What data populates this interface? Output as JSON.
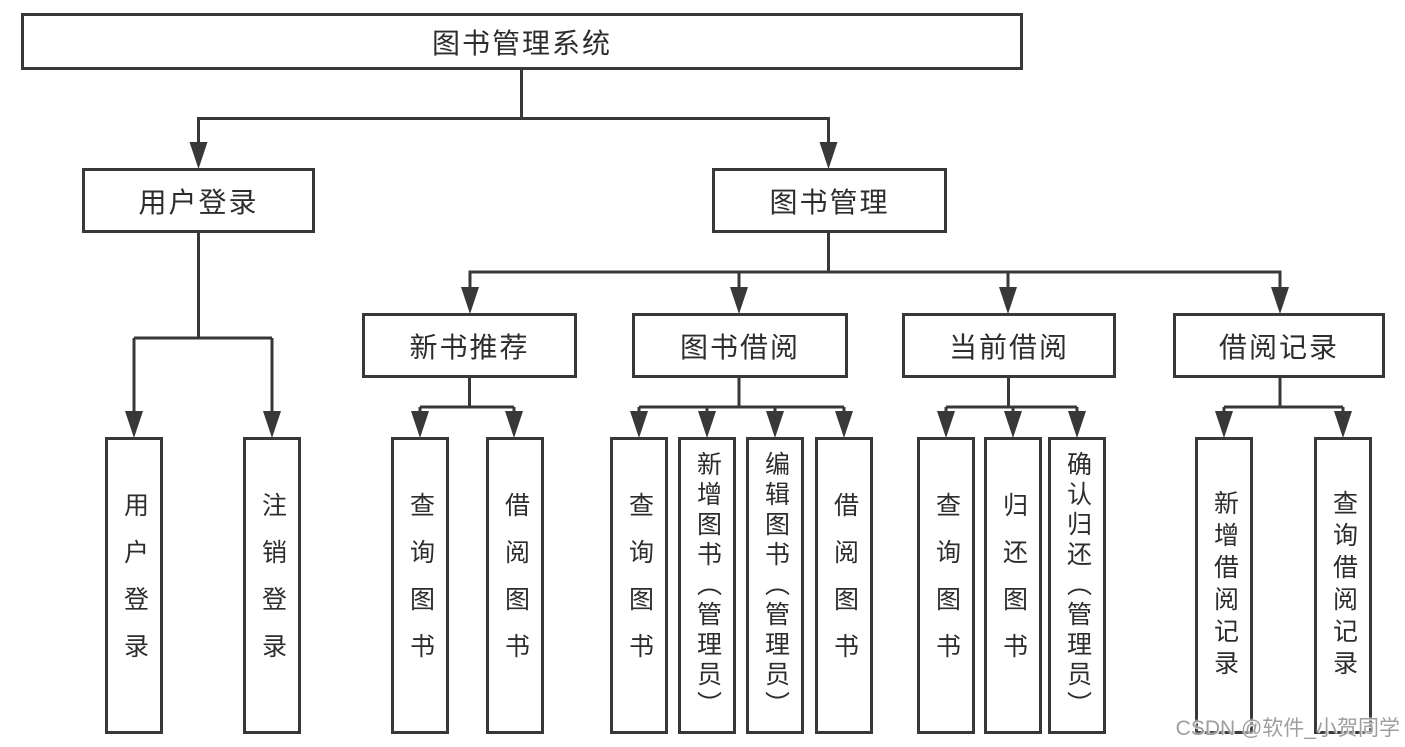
{
  "diagram": {
    "root": {
      "label": "图书管理系统"
    },
    "level2": [
      {
        "label": "用户登录"
      },
      {
        "label": "图书管理"
      }
    ],
    "level3": [
      {
        "label": "新书推荐"
      },
      {
        "label": "图书借阅"
      },
      {
        "label": "当前借阅"
      },
      {
        "label": "借阅记录"
      }
    ],
    "leaves": [
      {
        "label": "用户登录",
        "parent": "用户登录"
      },
      {
        "label": "注销登录",
        "parent": "用户登录"
      },
      {
        "label": "查询图书",
        "parent": "新书推荐"
      },
      {
        "label": "借阅图书",
        "parent": "新书推荐"
      },
      {
        "label": "查询图书",
        "parent": "图书借阅"
      },
      {
        "label": "新增图书（管理员）",
        "parent": "图书借阅"
      },
      {
        "label": "编辑图书（管理员）",
        "parent": "图书借阅"
      },
      {
        "label": "借阅图书",
        "parent": "图书借阅"
      },
      {
        "label": "查询图书",
        "parent": "当前借阅"
      },
      {
        "label": "归还图书",
        "parent": "当前借阅"
      },
      {
        "label": "确认归还（管理员）",
        "parent": "当前借阅"
      },
      {
        "label": "新增借阅记录",
        "parent": "借阅记录"
      },
      {
        "label": "查询借阅记录",
        "parent": "借阅记录"
      }
    ]
  },
  "watermark": {
    "text": "CSDN @软件_小贺同学"
  },
  "colors": {
    "line": "#383838",
    "box_border": "#383838",
    "text": "#2d2d2d",
    "watermark": "#9e9e9e",
    "background": "#ffffff"
  }
}
